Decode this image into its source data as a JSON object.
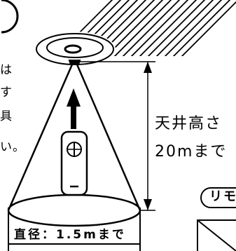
{
  "left_text_fragments": [
    "は",
    "す",
    "具",
    "い。"
  ],
  "ceiling_height": {
    "line1": "天井高さ",
    "line2": "20mまで"
  },
  "diameter_label": "直径：1.5mまで",
  "remote_section": {
    "label": "リモ"
  },
  "colors": {
    "ink": "#000000",
    "background": "#ffffff"
  },
  "icons": [
    "ceiling-hatch",
    "ceiling-sensor",
    "remote-control",
    "up-arrow",
    "dimension-arrow"
  ]
}
